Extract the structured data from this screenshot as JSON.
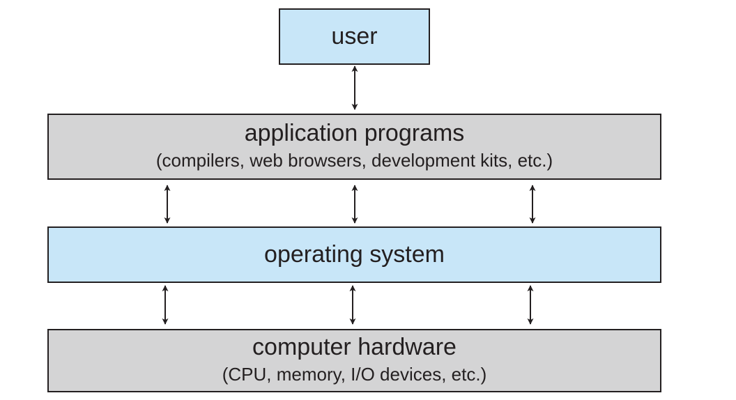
{
  "layers": {
    "user": {
      "title": "user"
    },
    "applications": {
      "title": "application programs",
      "subtitle": "(compilers, web browsers, development kits, etc.)"
    },
    "operating_system": {
      "title": "operating system"
    },
    "hardware": {
      "title": "computer hardware",
      "subtitle": "(CPU, memory, I/O devices, etc.)"
    }
  },
  "colors": {
    "blue_fill": "#c8e6f8",
    "gray_fill": "#d4d4d5",
    "stroke": "#231f20"
  },
  "connections": [
    {
      "from": "user",
      "to": "applications",
      "count": 1,
      "direction": "bidirectional"
    },
    {
      "from": "applications",
      "to": "operating_system",
      "count": 3,
      "direction": "bidirectional"
    },
    {
      "from": "operating_system",
      "to": "hardware",
      "count": 3,
      "direction": "bidirectional"
    }
  ]
}
